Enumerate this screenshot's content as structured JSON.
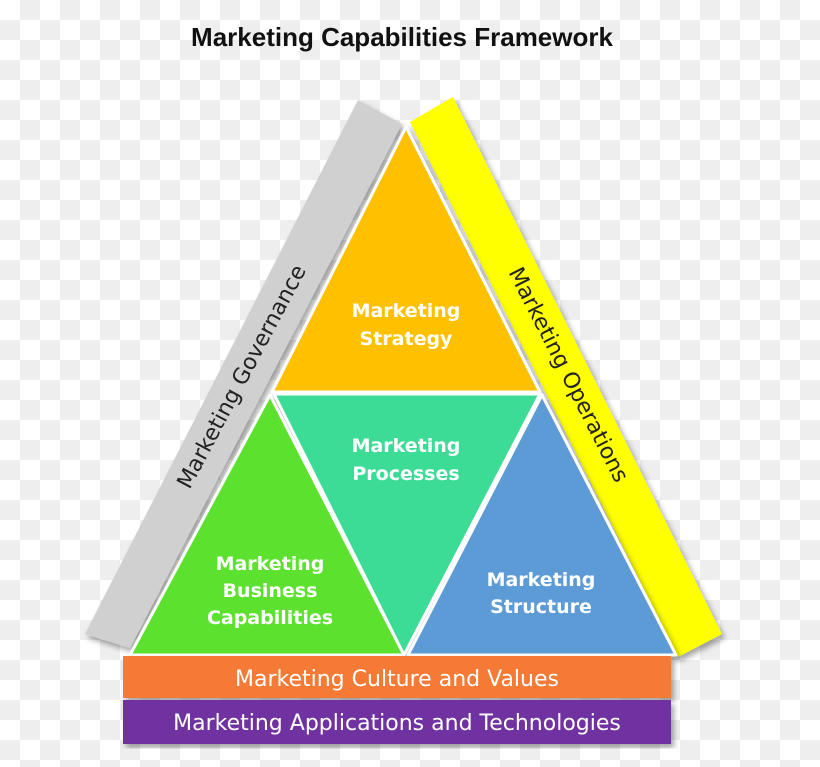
{
  "title": "Marketing Capabilities Framework",
  "colors": {
    "strategy": "#ffc000",
    "processes": "#3edc96",
    "business_capabilities": "#5ce12e",
    "structure": "#5b9bd5",
    "governance_band": "#d0d0d0",
    "operations_band": "#ffff00",
    "culture_bar": "#f47a35",
    "applications_bar": "#7030a0"
  },
  "triangles": {
    "strategy": {
      "line1": "Marketing",
      "line2": "Strategy"
    },
    "processes": {
      "line1": "Marketing",
      "line2": "Processes"
    },
    "business_capabilities": {
      "line1": "Marketing",
      "line2": "Business",
      "line3": "Capabilities"
    },
    "structure": {
      "line1": "Marketing",
      "line2": "Structure"
    }
  },
  "bands": {
    "governance": "Marketing  Governance",
    "operations": "Marketing Operations"
  },
  "bars": {
    "culture": "Marketing Culture and Values",
    "applications": "Marketing Applications and Technologies"
  }
}
